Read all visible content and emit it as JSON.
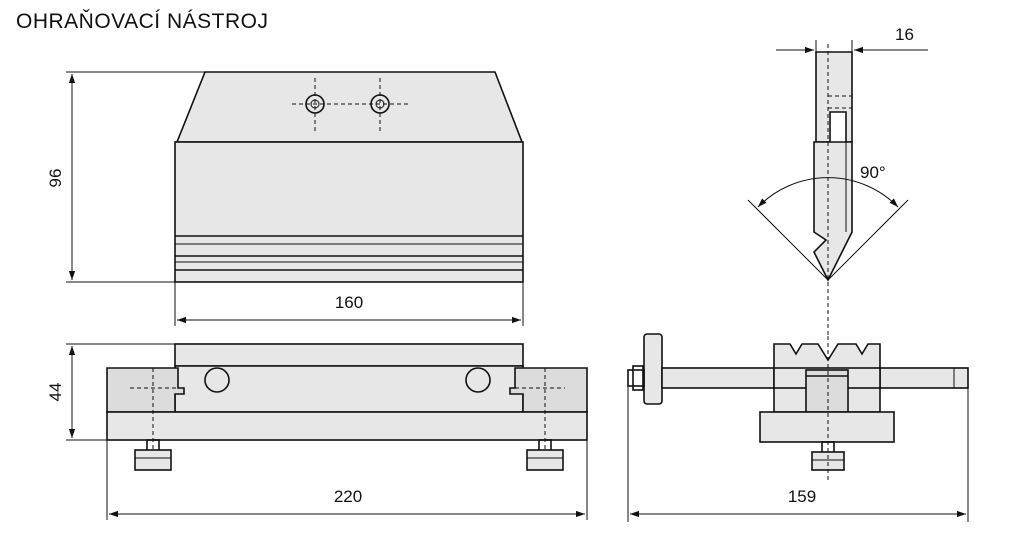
{
  "title": "OHRAŇOVACÍ NÁSTROJ",
  "dimensions": {
    "height_top": "96",
    "width_top": "160",
    "height_base": "44",
    "width_base": "220",
    "thickness": "16",
    "angle": "90°",
    "depth": "159"
  }
}
